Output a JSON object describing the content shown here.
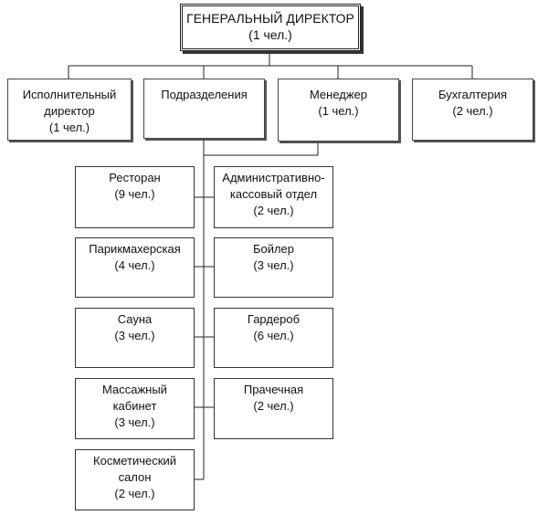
{
  "ceo": {
    "title": "ГЕНЕРАЛЬНЫЙ ДИРЕКТОР",
    "count": "(1 чел.)"
  },
  "top_level": [
    {
      "id": "exec",
      "lines": [
        "Исполнительный",
        "директор",
        "(1 чел.)"
      ]
    },
    {
      "id": "divisions",
      "lines": [
        "Подразделения"
      ]
    },
    {
      "id": "manager",
      "lines": [
        "Менеджер",
        "(1 чел.)"
      ]
    },
    {
      "id": "accounting",
      "lines": [
        "Бухгалтерия",
        "(2 чел.)"
      ]
    }
  ],
  "left_column": [
    {
      "id": "restaurant",
      "lines": [
        "Ресторан",
        "(9 чел.)"
      ]
    },
    {
      "id": "hairdresser",
      "lines": [
        "Парикмахерская",
        "(4 чел.)"
      ]
    },
    {
      "id": "sauna",
      "lines": [
        "Сауна",
        "(3 чел.)"
      ]
    },
    {
      "id": "massage",
      "lines": [
        "Массажный",
        "кабинет",
        "(3 чел.)"
      ]
    },
    {
      "id": "cosmetic",
      "lines": [
        "Косметический",
        "салон",
        "(2 чел.)"
      ]
    }
  ],
  "right_column": [
    {
      "id": "admin",
      "lines": [
        "Административно-",
        "кассовый отдел",
        "(2 чел.)"
      ]
    },
    {
      "id": "boiler",
      "lines": [
        "Бойлер",
        "(3 чел.)"
      ]
    },
    {
      "id": "wardrobe",
      "lines": [
        "Гардероб",
        "(6 чел.)"
      ]
    },
    {
      "id": "laundry",
      "lines": [
        "Прачечная",
        "(2 чел.)"
      ]
    }
  ]
}
